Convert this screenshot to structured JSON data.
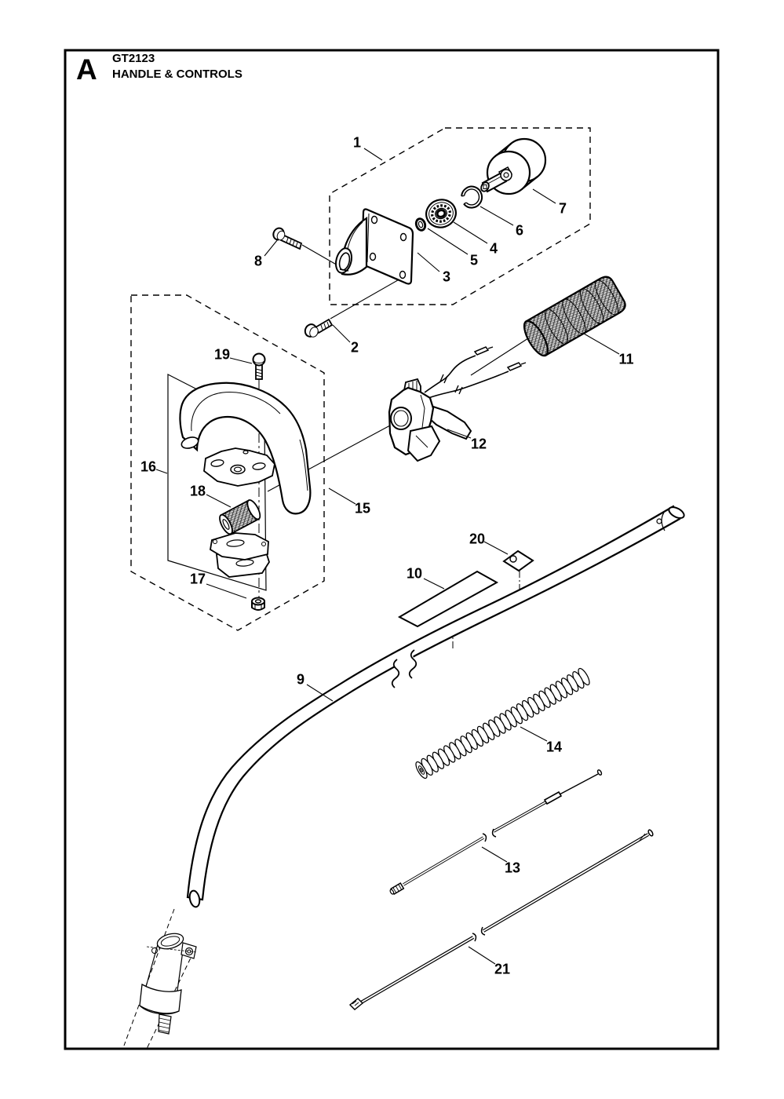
{
  "page": {
    "background": "#ffffff",
    "ink": "#000000"
  },
  "header": {
    "section_letter": "A",
    "model": "GT2123",
    "title": "HANDLE & CONTROLS"
  },
  "callouts": [
    {
      "label": "1"
    },
    {
      "label": "2"
    },
    {
      "label": "3"
    },
    {
      "label": "4"
    },
    {
      "label": "5"
    },
    {
      "label": "6"
    },
    {
      "label": "7"
    },
    {
      "label": "8"
    },
    {
      "label": "9"
    },
    {
      "label": "10"
    },
    {
      "label": "11"
    },
    {
      "label": "12"
    },
    {
      "label": "13"
    },
    {
      "label": "14"
    },
    {
      "label": "15"
    },
    {
      "label": "16"
    },
    {
      "label": "17"
    },
    {
      "label": "18"
    },
    {
      "label": "19"
    },
    {
      "label": "20"
    },
    {
      "label": "21"
    }
  ]
}
